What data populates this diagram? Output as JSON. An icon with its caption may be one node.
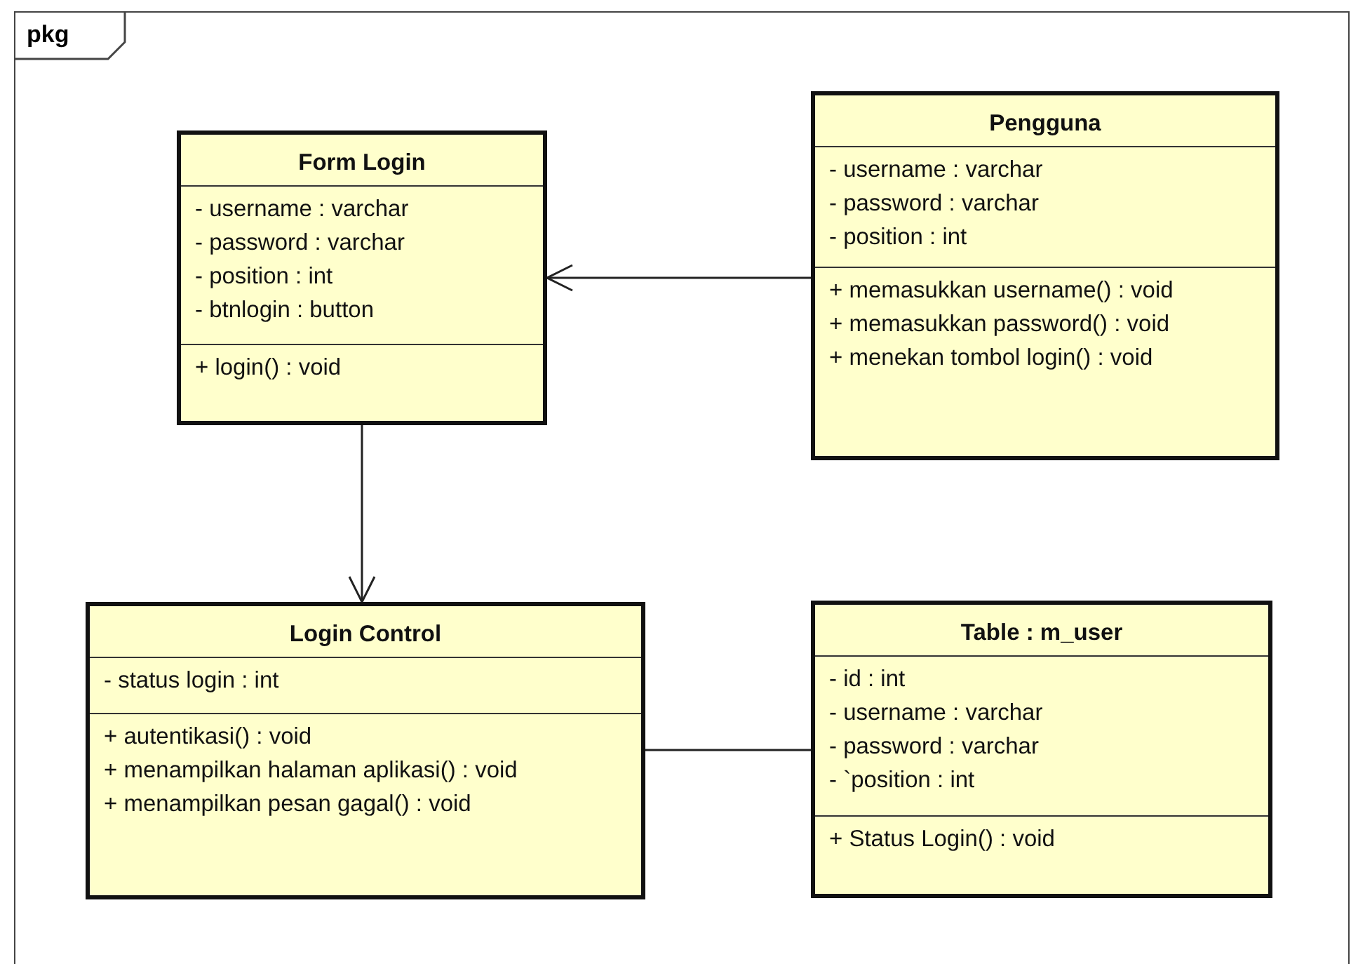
{
  "diagram": {
    "nodes": [
      {
        "text": [
          "pkg"
        ]
      },
      {
        "text": [
          "Form Login",
          "- username : varchar",
          "- password : varchar",
          "- position : int",
          "- btnlogin : button",
          "+ login() : void"
        ],
        "in": 0
      },
      {
        "text": [
          "Pengguna",
          "- username : varchar",
          "- password : varchar",
          "- position : int",
          "+ memasukkan username() : void",
          "+ memasukkan password() : void",
          "+ menekan tombol login() : void"
        ],
        "in": 0
      },
      {
        "text": [
          "Login Control",
          "- status login : int",
          "+ autentikasi() : void",
          "+ menampilkan halaman aplikasi() : void",
          "+ menampilkan pesan gagal() : void"
        ],
        "in": 0
      },
      {
        "text": [
          "Table : m_user",
          "- id : int",
          "- username : varchar",
          "- password : varchar",
          "- `position : int",
          "+ Status Login() : void"
        ],
        "in": 0
      }
    ],
    "edges": [
      {
        "from": 2,
        "to": 1,
        "arrow": "to"
      },
      {
        "from": 1,
        "to": 3,
        "arrow": "to"
      },
      {
        "from": 3,
        "to": 4,
        "arrow": "none"
      }
    ]
  }
}
